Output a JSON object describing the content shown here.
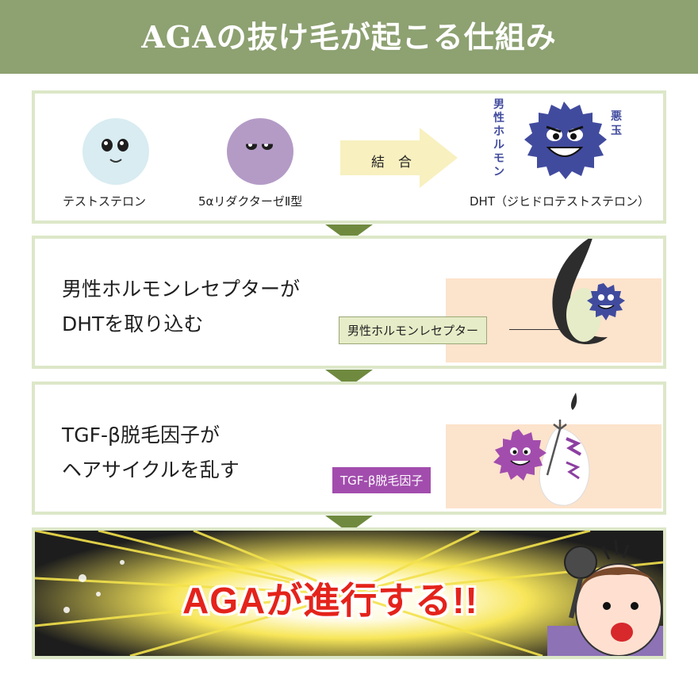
{
  "title": "AGAの抜け毛が起こる仕組み",
  "step1": {
    "char1_label": "テストステロン",
    "char2_label": "5αリダクターゼⅡ型",
    "arrow_label": "結　合",
    "result_label": "DHT（ジヒドロテストステロン）",
    "vertical_text": "男性ホルモン",
    "aku_text": "悪玉"
  },
  "step2": {
    "line1": "男性ホルモンレセプターが",
    "line2": "DHTを取り込む",
    "tag": "男性ホルモンレセプター"
  },
  "step3": {
    "line1": "TGF-β脱毛因子が",
    "line2": "ヘアサイクルを乱す",
    "tag": "TGF-β脱毛因子"
  },
  "step4": {
    "headline": "AGAが進行する!!"
  },
  "colors": {
    "header_bg": "#8da171",
    "panel_border": "#dce7c8",
    "arrow": "#6f8a3f",
    "dht_blue": "#414b9e",
    "tgf_purple": "#a24dad",
    "skin_bg": "#fce3cc",
    "headline_red": "#e4231b"
  }
}
